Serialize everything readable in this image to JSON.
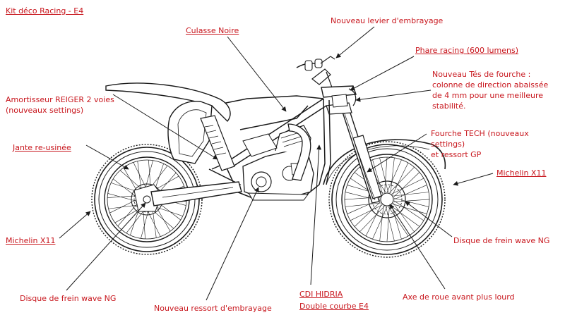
{
  "diagram": {
    "label_color": "#c8161d",
    "line_color": "#1a1a1a",
    "labels": {
      "kit_deco": "Kit déco Racing - E4",
      "culasse": "Culasse Noire",
      "levier": "Nouveau levier d'embrayage",
      "phare": "Phare racing (600 lumens)",
      "tes_fourche": [
        "Nouveau Tés de fourche :",
        "colonne de direction abaissée",
        "de 4 mm pour une meilleure",
        "stabilité."
      ],
      "amortisseur": [
        "Amortisseur REIGER 2 voies",
        "(nouveaux settings)"
      ],
      "jante": "Jante re-usinée",
      "fourche": [
        "Fourche TECH (nouveaux settings)",
        "et ressort GP"
      ],
      "michelin_front": "Michelin X11",
      "michelin_rear": "Michelin X11",
      "disque_front": "Disque de frein wave NG",
      "disque_rear": "Disque de frein wave NG",
      "ressort": "Nouveau ressort d'embrayage",
      "cdi": "CDI HIDRIA",
      "double_courbe": "Double courbe E4",
      "axe": "Axe de roue avant plus lourd"
    }
  }
}
